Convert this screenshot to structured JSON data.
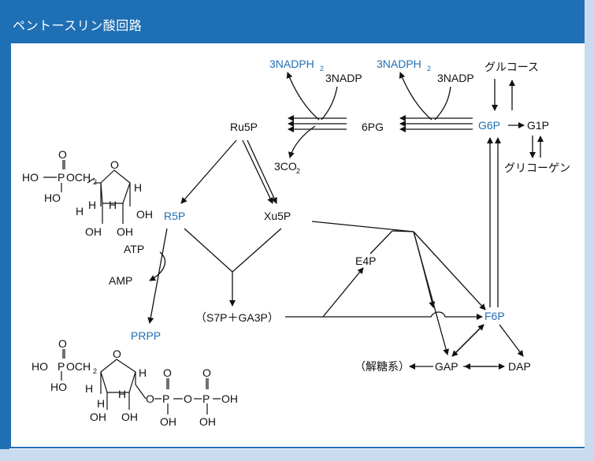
{
  "title": "ペントースリン酸回路",
  "colors": {
    "header": "#1f6fb5",
    "accent": "#1f6fb5",
    "text": "#111111"
  },
  "nodes": {
    "nadph1": "3NADPH",
    "nadph1_sub": "2",
    "nadp1": "3NADP",
    "nadph2": "3NADPH",
    "nadph2_sub": "2",
    "nadp2": "3NADP",
    "glucose": "グルコース",
    "ru5p": "Ru5P",
    "sixpg": "6PG",
    "g6p": "G6P",
    "g1p": "G1P",
    "co2": "3CO",
    "co2_sub": "2",
    "glycogen": "グリコーゲン",
    "r5p": "R5P",
    "xu5p": "Xu5P",
    "atp": "ATP",
    "amp": "AMP",
    "e4p": "E4P",
    "s7p_ga3p": "（S7P＋GA3P）",
    "f6p": "F6P",
    "prpp": "PRPP",
    "glycolysis": "（解糖系）",
    "gap": "GAP",
    "dap": "DAP"
  },
  "r5p_structure": {
    "ho1": "HO",
    "p": "P",
    "o_top": "O",
    "och2": "OCH",
    "sub2": "2",
    "ho2": "HO",
    "ring_o": "O",
    "h_ul": "H",
    "h_ur": "H",
    "h_l": "H",
    "h_r": "H",
    "oh_r": "OH",
    "oh_b1": "OH",
    "oh_b2": "OH"
  },
  "prpp_structure": {
    "ho1": "HO",
    "p": "P",
    "o_top": "O",
    "och2": "OCH",
    "sub2": "2",
    "ho2": "HO",
    "ring_o": "O",
    "h_ul": "H",
    "h_ur": "H",
    "h_l": "H",
    "h_r": "H",
    "o_link": "O",
    "p2": "P",
    "o_mid": "O",
    "p3": "P",
    "oh_end": "OH",
    "o_top2": "O",
    "o_top3": "O",
    "oh_p2": "OH",
    "oh_p3": "OH",
    "oh_b1": "OH",
    "oh_b2": "OH"
  }
}
